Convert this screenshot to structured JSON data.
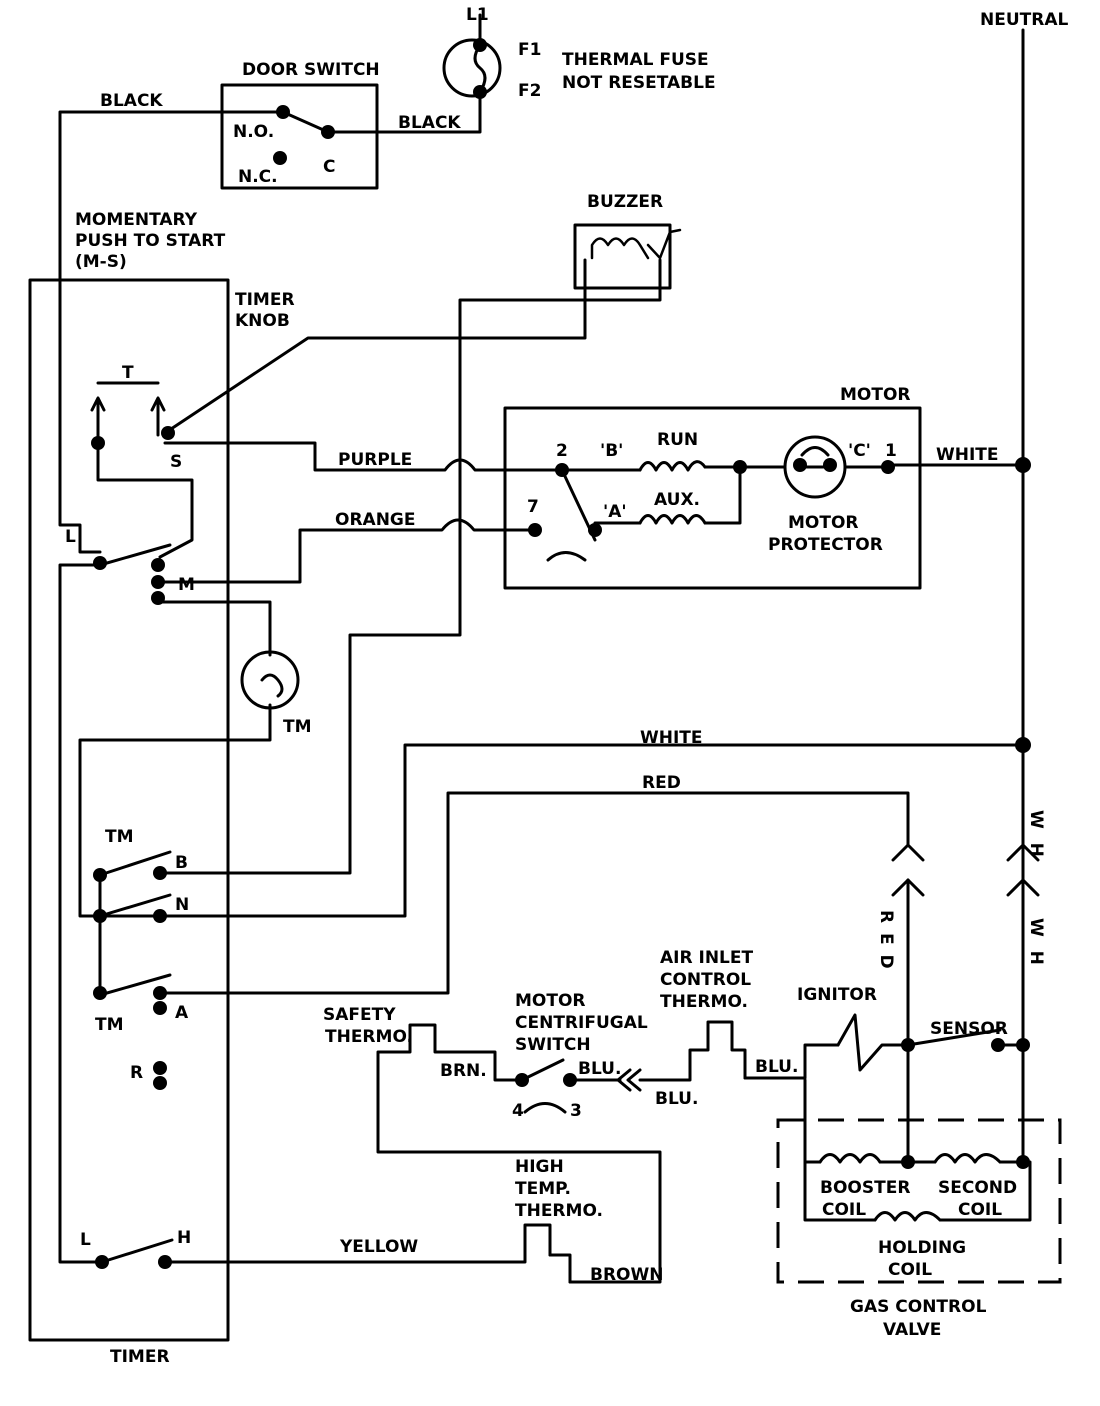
{
  "labels": {
    "neutral": "NEUTRAL",
    "l1": "L1",
    "f1": "F1",
    "f2": "F2",
    "thermal_fuse_1": "THERMAL FUSE",
    "thermal_fuse_2": "NOT RESETABLE",
    "door_switch": "DOOR SWITCH",
    "black_top": "BLACK",
    "black_right": "BLACK",
    "no": "N.O.",
    "nc": "N.C.",
    "c": "C",
    "momentary_1": "MOMENTARY",
    "momentary_2": "PUSH TO START",
    "momentary_3": "(M-S)",
    "buzzer": "BUZZER",
    "timer_knob_1": "TIMER",
    "timer_knob_2": "KNOB",
    "t": "T",
    "s": "S",
    "motor": "MOTOR",
    "purple": "PURPLE",
    "orange": "ORANGE",
    "pin2": "2",
    "b_q": "'B'",
    "run": "RUN",
    "c_q": "'C'",
    "pin1": "1",
    "white_top": "WHITE",
    "pin7": "7",
    "a_q": "'A'",
    "aux": "AUX.",
    "motor_protector_1": "MOTOR",
    "motor_protector_2": "PROTECTOR",
    "l": "L",
    "m": "M",
    "tm_motor": "TM",
    "white_mid": "WHITE",
    "red_top": "RED",
    "tm_b": "TM",
    "b": "B",
    "n": "N",
    "tm_a": "TM",
    "a": "A",
    "r": "R",
    "wh_1": "W H",
    "wh_2": "W H",
    "red_vertical": "R E D",
    "safety_1": "SAFETY",
    "safety_2": "THERMO.",
    "mcs_1": "MOTOR",
    "mcs_2": "CENTRIFUGAL",
    "mcs_3": "SWITCH",
    "brn": "BRN.",
    "blu_1": "BLU.",
    "blu_2": "BLU.",
    "blu_3": "BLU.",
    "pin4": "4",
    "pin3": "3",
    "air_inlet_1": "AIR INLET",
    "air_inlet_2": "CONTROL",
    "air_inlet_3": "THERMO.",
    "ignitor": "IGNITOR",
    "sensor": "SENSOR",
    "booster_1": "BOOSTER",
    "booster_2": "COIL",
    "second_1": "SECOND",
    "second_2": "COIL",
    "holding_1": "HOLDING",
    "holding_2": "COIL",
    "gas_valve_1": "GAS CONTROL",
    "gas_valve_2": "VALVE",
    "high_temp_1": "HIGH",
    "high_temp_2": "TEMP.",
    "high_temp_3": "THERMO.",
    "yellow": "YELLOW",
    "brown": "BROWN",
    "l_bottom": "L",
    "h": "H",
    "timer": "TIMER"
  }
}
